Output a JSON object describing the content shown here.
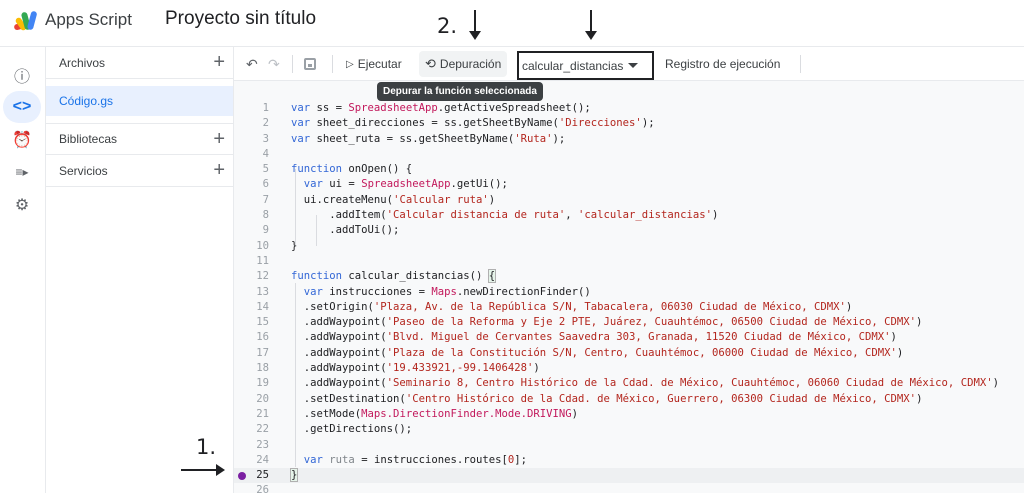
{
  "header": {
    "app_name": "Apps Script",
    "project_name": "Proyecto sin título",
    "logo_icon": "apps-script-logo"
  },
  "annotations": {
    "step1": "1.",
    "step2": "2."
  },
  "rail": {
    "items": [
      {
        "name": "overview",
        "icon": "info-icon",
        "glyph": "ⓘ",
        "active": false
      },
      {
        "name": "editor",
        "icon": "code-icon",
        "glyph": "<>",
        "active": true
      },
      {
        "name": "triggers",
        "icon": "alarm-icon",
        "glyph": "⏰",
        "active": false
      },
      {
        "name": "executions",
        "icon": "executions-icon",
        "glyph": "≡▸",
        "active": false
      },
      {
        "name": "settings",
        "icon": "gear-icon",
        "glyph": "⚙",
        "active": false
      }
    ]
  },
  "files_panel": {
    "files_label": "Archivos",
    "files": [
      {
        "name": "Código.gs",
        "selected": true
      }
    ],
    "libraries_label": "Bibliotecas",
    "services_label": "Servicios",
    "add_glyph": "+"
  },
  "toolbar": {
    "undo_glyph": "↶",
    "redo_glyph": "↷",
    "save_glyph": "💾",
    "run_label": "Ejecutar",
    "run_glyph": "▷",
    "debug_label": "Depuración",
    "debug_glyph": "⟲",
    "function_select_value": "calcular_distancias",
    "execution_log_label": "Registro de ejecución",
    "tooltip": "Depurar la función seleccionada"
  },
  "editor": {
    "breakpoint_line": 25,
    "current_line": 25,
    "accent_breakpoint": "#7b1fa2",
    "lines": [
      "var ss = SpreadsheetApp.getActiveSpreadsheet();",
      "var sheet_direcciones = ss.getSheetByName('Direcciones');",
      "var sheet_ruta = ss.getSheetByName('Ruta');",
      "",
      "function onOpen() {",
      "  var ui = SpreadsheetApp.getUi();",
      "  ui.createMenu('Calcular ruta')",
      "      .addItem('Calcular distancia de ruta', 'calcular_distancias')",
      "      .addToUi();",
      "}",
      "",
      "function calcular_distancias() {",
      "  var instrucciones = Maps.newDirectionFinder()",
      "  .setOrigin('Plaza, Av. de la República S/N, Tabacalera, 06030 Ciudad de México, CDMX')",
      "  .addWaypoint('Paseo de la Reforma y Eje 2 PTE, Juárez, Cuauhtémoc, 06500 Ciudad de México, CDMX')",
      "  .addWaypoint('Blvd. Miguel de Cervantes Saavedra 303, Granada, 11520 Ciudad de México, CDMX')",
      "  .addWaypoint('Plaza de la Constitución S/N, Centro, Cuauhtémoc, 06000 Ciudad de México, CDMX')",
      "  .addWaypoint('19.433921,-99.1406428')",
      "  .addWaypoint('Seminario 8, Centro Histórico de la Cdad. de México, Cuauhtémoc, 06060 Ciudad de México, CDMX')",
      "  .setDestination('Centro Histórico de la Cdad. de México, Guerrero, 06300 Ciudad de México, CDMX')",
      "  .setMode(Maps.DirectionFinder.Mode.DRIVING)",
      "  .getDirections();",
      "",
      "  var ruta = instrucciones.routes[0];",
      "}",
      ""
    ]
  }
}
